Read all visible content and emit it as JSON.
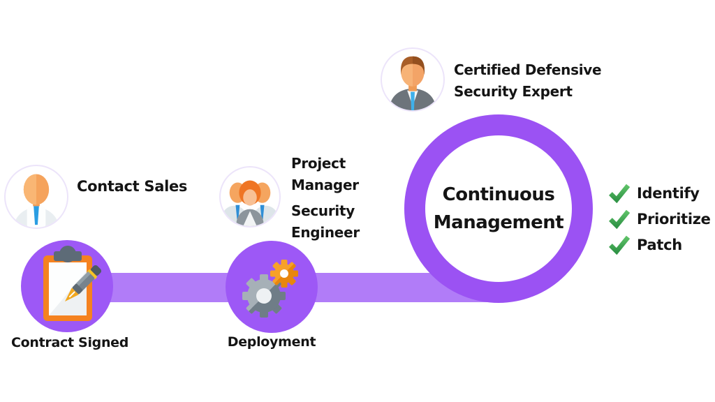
{
  "colors": {
    "ring_purple": "#9b52f3",
    "node_purple": "#9d58f6",
    "bar_purple": "#b17cf8",
    "avatar_ring": "#ece4fa",
    "check_green": "#3fae51",
    "text_black": "#141414",
    "clipboard_orange": "#f58220",
    "gear_gray": "#6f7d87",
    "gear_orange": "#f7a129",
    "tie_blue": "#2a9de2"
  },
  "icons": {
    "contact_avatar": "person-icon",
    "team_avatar": "team-people-icon",
    "expert_avatar": "businessman-icon",
    "contract_node": "clipboard-pen-icon",
    "deployment_node": "gears-icon",
    "checkmark": "check-icon"
  },
  "stage_contact": {
    "caption": "Contact Sales",
    "node_label": "Contract Signed"
  },
  "stage_deploy": {
    "role_1": "Project\nManager",
    "role_2": "Security\nEngineer",
    "node_label": "Deployment"
  },
  "stage_manage": {
    "expert_caption": "Certified Defensive\nSecurity Expert",
    "ring_label": "Continuous\nManagement"
  },
  "checklist": {
    "items": [
      "Identify",
      "Prioritize",
      "Patch"
    ]
  }
}
